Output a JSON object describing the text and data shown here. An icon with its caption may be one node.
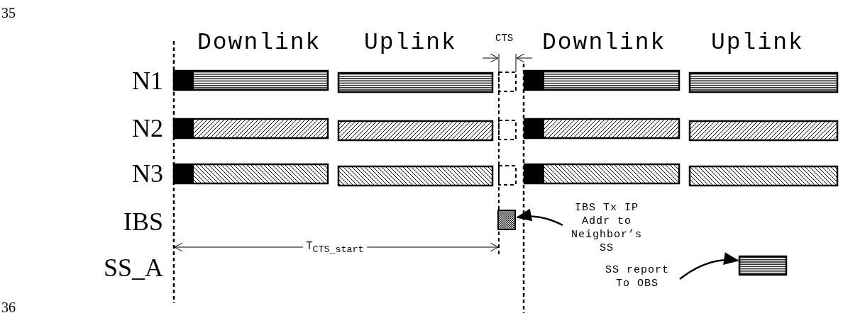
{
  "diagram": {
    "nodes": [
      {
        "text": [],
        "shape": "bar"
      },
      {
        "text": [],
        "shape": "bar"
      },
      {
        "text": [],
        "shape": "box"
      },
      {
        "text": [],
        "shape": "bar"
      },
      {
        "text": [],
        "shape": "bar"
      },
      {
        "text": [],
        "shape": "bar"
      },
      {
        "text": [],
        "shape": "bar"
      },
      {
        "text": [],
        "shape": "box"
      },
      {
        "text": [],
        "shape": "bar"
      },
      {
        "text": [],
        "shape": "bar"
      },
      {
        "text": [],
        "shape": "bar"
      },
      {
        "text": [],
        "shape": "bar"
      },
      {
        "text": [],
        "shape": "box"
      },
      {
        "text": [],
        "shape": "bar"
      },
      {
        "text": [],
        "shape": "bar"
      },
      {
        "text": [],
        "shape": "box"
      },
      {
        "text": [
          "IBS Tx IP Addr to Neighbor’s SS"
        ]
      },
      {
        "text": [
          "SS report To OBS"
        ]
      },
      {
        "text": [],
        "shape": "bar"
      }
    ],
    "edges": [
      {
        "from": 16,
        "to": 15,
        "arrow": "to"
      },
      {
        "from": 17,
        "to": 18,
        "arrow": "to"
      }
    ],
    "labels": [
      "35",
      "Downlink",
      "Uplink",
      "CTS",
      "Downlink",
      "Uplink",
      "N1",
      "N2",
      "N3",
      "IBS",
      "SS_A",
      "T$_{CTS_start}$",
      "36"
    ]
  }
}
